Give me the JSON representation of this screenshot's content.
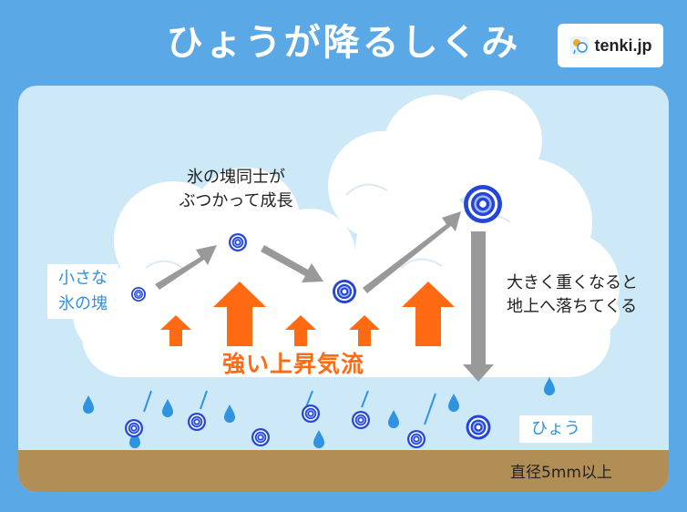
{
  "header": {
    "title": "ひょうが降るしくみ",
    "logo": {
      "text": "tenki.jp",
      "icon": "tenki-logo-icon"
    }
  },
  "diagram": {
    "label_small_ice": [
      "小さな",
      "氷の塊"
    ],
    "label_collide": [
      "氷の塊同士が",
      "ぶつかって成長"
    ],
    "label_updraft": "強い上昇気流",
    "label_fall": [
      "大きく重くなると",
      "地上へ落ちてくる"
    ],
    "label_hail": "ひょう",
    "label_diameter": "直径5mm以上",
    "icons": [
      "cloud-icon",
      "hailstone-icon",
      "raindrop-icon",
      "updraft-arrow-icon",
      "growth-arrow-icon"
    ]
  },
  "colors": {
    "background": "#5aa8e6",
    "panel": "#cde9f7",
    "cloud": "#ffffff",
    "updraft": "#ff6a13",
    "path_arrow": "#999999",
    "hail": "#2446d6",
    "rain": "#2f93e0",
    "ground": "#b28e57",
    "label_blue": "#2f93e0"
  }
}
